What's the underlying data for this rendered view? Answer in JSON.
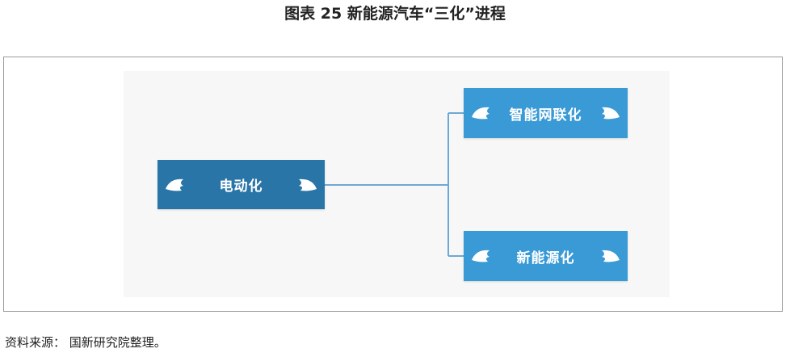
{
  "title": "图表 25 新能源汽车“三化”进程",
  "diagram": {
    "root": {
      "label": "电动化"
    },
    "children": [
      {
        "label": "智能网联化"
      },
      {
        "label": "新能源化"
      }
    ],
    "colors": {
      "root_fill": "#2a75a8",
      "child_fill": "#3a9ad6",
      "connector": "#6fa8d4"
    },
    "icons": {
      "left": "wing-left-icon",
      "right": "wing-right-icon"
    }
  },
  "source": "资料来源： 国新研究院整理。"
}
